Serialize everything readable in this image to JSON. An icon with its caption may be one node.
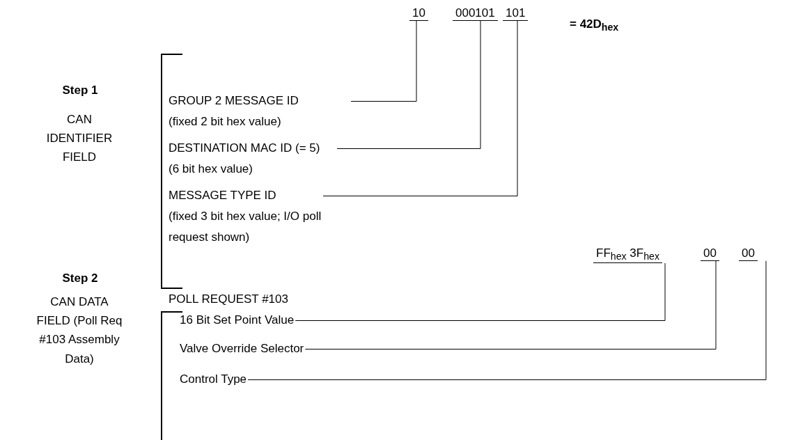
{
  "diagram": {
    "nodes": [
      {
        "text": [
          "10"
        ]
      },
      {
        "text": [
          "000101"
        ]
      },
      {
        "text": [
          "101"
        ]
      },
      {
        "text": [
          "GROUP 2 MESSAGE ID",
          "(fixed 2 bit hex value)"
        ]
      },
      {
        "text": [
          "DESTINATION MAC ID (= 5)",
          "(6 bit hex value)"
        ]
      },
      {
        "text": [
          "MESSAGE TYPE  ID",
          "(fixed 3 bit hex value; I/O poll request shown)"
        ]
      },
      {
        "text": [
          "FF$_{hex}$ 3F$_{hex}$"
        ]
      },
      {
        "text": [
          "00"
        ]
      },
      {
        "text": [
          "00"
        ]
      },
      {
        "text": [
          "16 Bit Set Point Value"
        ]
      },
      {
        "text": [
          "Valve Override Selector"
        ]
      },
      {
        "text": [
          "Control Type"
        ]
      }
    ],
    "edges": [
      {
        "from": 3,
        "to": 0,
        "arrow": "none"
      },
      {
        "from": 4,
        "to": 1,
        "arrow": "none"
      },
      {
        "from": 5,
        "to": 2,
        "arrow": "none"
      },
      {
        "from": 9,
        "to": 6,
        "arrow": "none"
      },
      {
        "from": 10,
        "to": 7,
        "arrow": "none"
      },
      {
        "from": 11,
        "to": 8,
        "arrow": "none"
      }
    ],
    "labels": [
      "= 42D$_{hex}$",
      "Step 1",
      "CAN IDENTIFIER FIELD",
      "Step 2",
      "POLL REQUEST #103",
      "CAN DATA FIELD (Poll Req #103 Assembly Data)"
    ]
  }
}
